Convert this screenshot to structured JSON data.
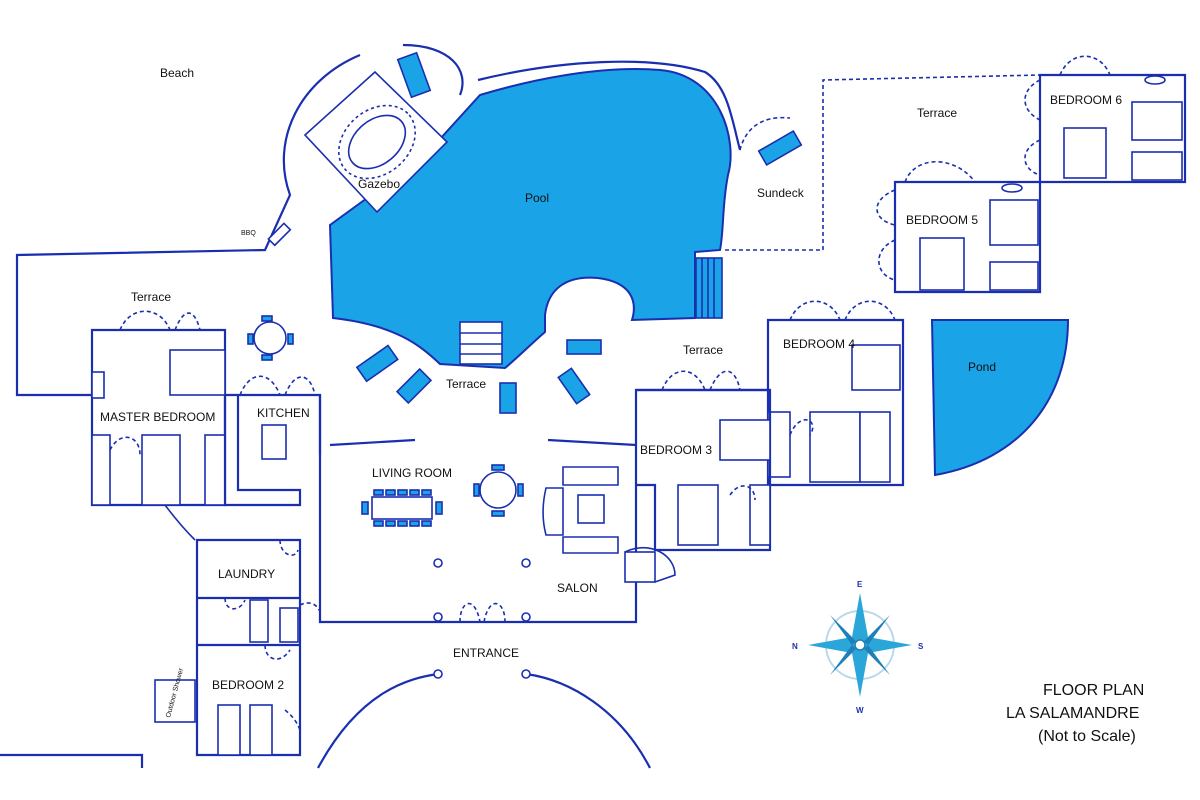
{
  "colors": {
    "wall": "#1a2fb0",
    "water": "#1aa3e6",
    "compass": "#2aa6d8"
  },
  "labels": {
    "beach": "Beach",
    "gazebo": "Gazebo",
    "pool": "Pool",
    "sundeck": "Sundeck",
    "terrace_east": "Terrace",
    "bedroom_6": "BEDROOM 6",
    "bedroom_5": "BEDROOM 5",
    "bbq": "BBQ",
    "terrace_master": "Terrace",
    "terrace_center": "Terrace",
    "terrace_br3": "Terrace",
    "bedroom_4": "BEDROOM 4",
    "pond": "Pond",
    "master_bedroom": "MASTER BEDROOM",
    "kitchen": "KITCHEN",
    "living_room": "LIVING ROOM",
    "bedroom_3": "BEDROOM 3",
    "laundry": "LAUNDRY",
    "salon": "SALON",
    "entrance": "ENTRANCE",
    "outdoor_shower": "Outdoor Shower",
    "bedroom_2": "BEDROOM 2"
  },
  "compass": {
    "n": "N",
    "s": "S",
    "e": "E",
    "w": "W"
  },
  "legend": {
    "line1": "FLOOR PLAN",
    "line2": "LA SALAMANDRE",
    "line3": "(Not to Scale)"
  }
}
